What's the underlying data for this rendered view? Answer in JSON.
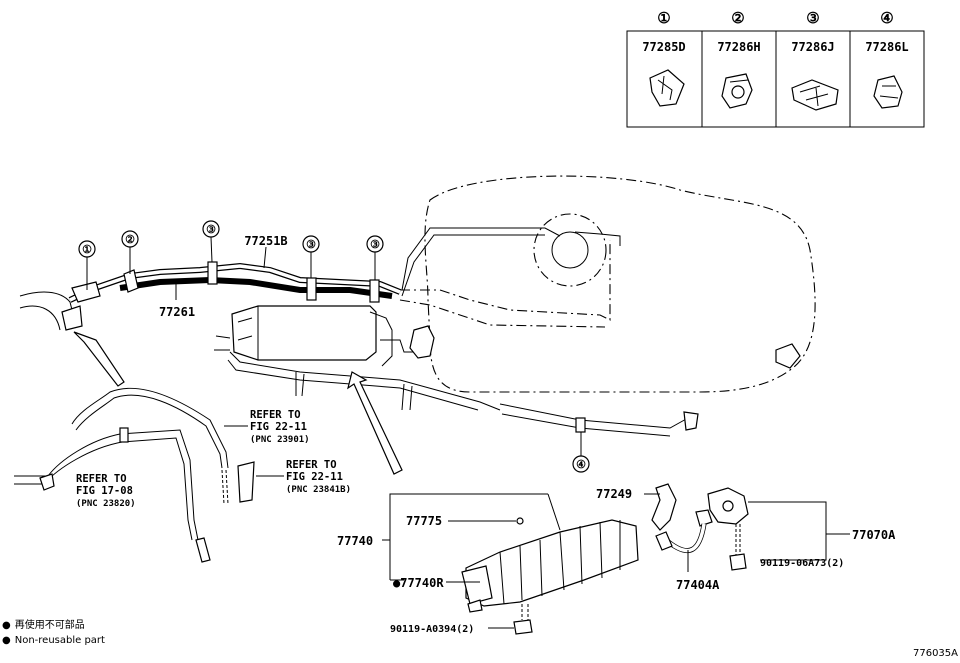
{
  "key_table": {
    "cols": [
      {
        "num": "①",
        "code": "77285D"
      },
      {
        "num": "②",
        "code": "77286H"
      },
      {
        "num": "③",
        "code": "77286J"
      },
      {
        "num": "④",
        "code": "77286L"
      }
    ]
  },
  "callouts": {
    "c1": "①",
    "c2": "②",
    "c3a": "③",
    "c3b": "③",
    "c3c": "③",
    "c4": "④"
  },
  "labels": {
    "p77251B": "77251B",
    "p77261": "77261",
    "p77249": "77249",
    "p77070A": "77070A",
    "p77740": "77740",
    "p77775": "77775",
    "p77740R": "77740R",
    "p77404A": "77404A",
    "p90119_06A73": "90119-06A73(2)",
    "p90119_A0394": "90119-A0394(2)"
  },
  "refs": {
    "r1": {
      "line1": "REFER TO",
      "line2": "FIG 22-11",
      "line3": "(PNC 23901)"
    },
    "r2": {
      "line1": "REFER TO",
      "line2": "FIG 22-11",
      "line3": "(PNC 23841B)"
    },
    "r3": {
      "line1": "REFER TO",
      "line2": "FIG 17-08",
      "line3": "(PNC 23820)"
    }
  },
  "legend": {
    "bullet": "●",
    "line_jp": "再使用不可部品",
    "line_en": "Non-reusable part"
  },
  "figure_id": "776035A"
}
